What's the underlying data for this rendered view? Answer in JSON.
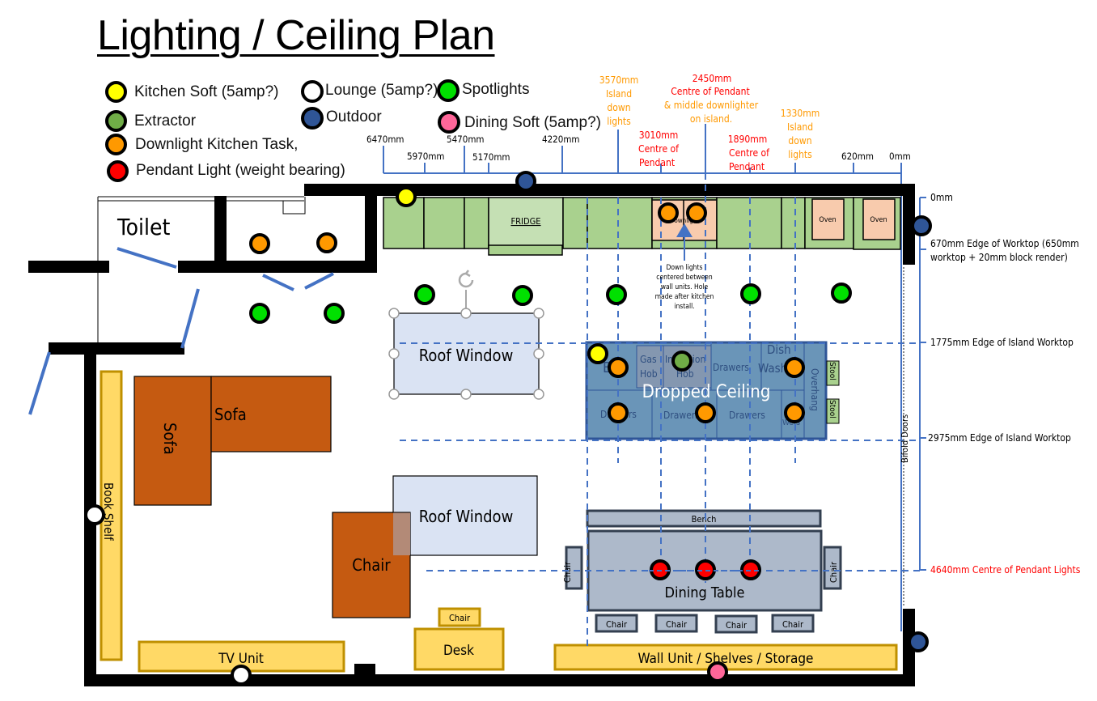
{
  "title": "Lighting / Ceiling Plan",
  "colors": {
    "kitchen_soft": "#ffff00",
    "lounge": "#ffffff",
    "spotlights": "#00e000",
    "extractor": "#70ad47",
    "outdoor": "#2f5597",
    "dining_soft": "#ff6699",
    "downlight_kitchen_task": "#ff9900",
    "pendant": "#ff0000",
    "wall": "#000000",
    "dimension_line": "#4472c4",
    "label_orange": "#ff9900",
    "label_red": "#ff0000",
    "kitchen_unit": "#a9d18e",
    "fridge": "#c5e0b4",
    "oven": "#f8cbad",
    "island": "#6a95b8",
    "island_border": "#2f5597",
    "sofa": "#c55a11",
    "yellow_furniture": "#ffd966",
    "yellow_furniture_border": "#bf9000",
    "roof_window": "#dae3f3",
    "dining": "#adb9ca",
    "dining_border": "#333f50"
  },
  "legend": [
    {
      "key": "kitchen_soft",
      "label": "Kitchen Soft (5amp?)"
    },
    {
      "key": "lounge",
      "label": "Lounge (5amp?)"
    },
    {
      "key": "spotlights",
      "label": "Spotlights"
    },
    {
      "key": "extractor",
      "label": "Extractor"
    },
    {
      "key": "outdoor",
      "label": "Outdoor"
    },
    {
      "key": "dining_soft",
      "label": "Dining Soft (5amp?)"
    },
    {
      "key": "downlight_kitchen_task",
      "label": "Downlight Kitchen Task,"
    },
    {
      "key": "pendant",
      "label": "Pendant Light (weight bearing)"
    }
  ],
  "horizontal_dimensions": [
    {
      "label": "6470mm",
      "color": "black"
    },
    {
      "label": "5970mm",
      "color": "black"
    },
    {
      "label": "5470mm",
      "color": "black"
    },
    {
      "label": "5170mm",
      "color": "black"
    },
    {
      "label": "4220mm",
      "color": "black"
    },
    {
      "label": "3570mm",
      "note": "Island down lights",
      "color": "orange"
    },
    {
      "label": "3010mm",
      "note": "Centre of Pendant",
      "color": "red"
    },
    {
      "label": "2450mm",
      "note": "Centre of Pendant",
      "note2": "& middle downlighter on island.",
      "color": "red"
    },
    {
      "label": "1890mm",
      "note": "Centre of Pendant",
      "color": "red"
    },
    {
      "label": "1330mm",
      "note": "Island down lights",
      "color": "orange"
    },
    {
      "label": "620mm",
      "color": "black"
    },
    {
      "label": "0mm",
      "color": "black"
    }
  ],
  "vertical_dimensions": [
    {
      "label": "0mm",
      "color": "black"
    },
    {
      "label": "670mm Edge of Worktop (650mm",
      "label2": "worktop + 20mm block render)",
      "color": "black"
    },
    {
      "label": "1775mm Edge of Island Worktop",
      "color": "black"
    },
    {
      "label": "2975mm Edge of Island Worktop",
      "color": "black"
    },
    {
      "label": "4640mm Centre of Pendant Lights",
      "color": "red"
    }
  ],
  "rooms": {
    "toilet": "Toilet",
    "fridge": "FRIDGE",
    "oven_1": "Oven",
    "oven_2": "Oven",
    "hob_unit": "Downlight",
    "roof_window_1": "Roof Window",
    "roof_window_2": "Roof Window",
    "bifold": "Bifold Doors",
    "note": [
      "Down lights",
      "centered between",
      "wall units. Hole",
      "made after kitchen",
      "install."
    ]
  },
  "island": {
    "title": "Dropped Ceiling",
    "cells": [
      "Bin",
      "Gas Hob",
      "Induction Hob",
      "Drawers",
      "Dish Washer",
      "Drawers",
      "Drawers",
      "Drawers",
      "Wets",
      "Overhang"
    ],
    "stool_1": "Stool",
    "stool_2": "Stool"
  },
  "lounge": {
    "sofa_1": "Sofa",
    "sofa_2": "Sofa",
    "chair": "Chair",
    "book_shelf": "Book Shelf",
    "tv_unit": "TV Unit",
    "desk": "Desk",
    "desk_chair": "Chair"
  },
  "dining": {
    "bench": "Bench",
    "table": "Dining Table",
    "side_chair_left": "Chair",
    "side_chair_right": "Chair",
    "bottom_chairs": [
      "Chair",
      "Chair",
      "Chair",
      "Chair"
    ],
    "wall_unit": "Wall Unit / Shelves / Storage"
  }
}
